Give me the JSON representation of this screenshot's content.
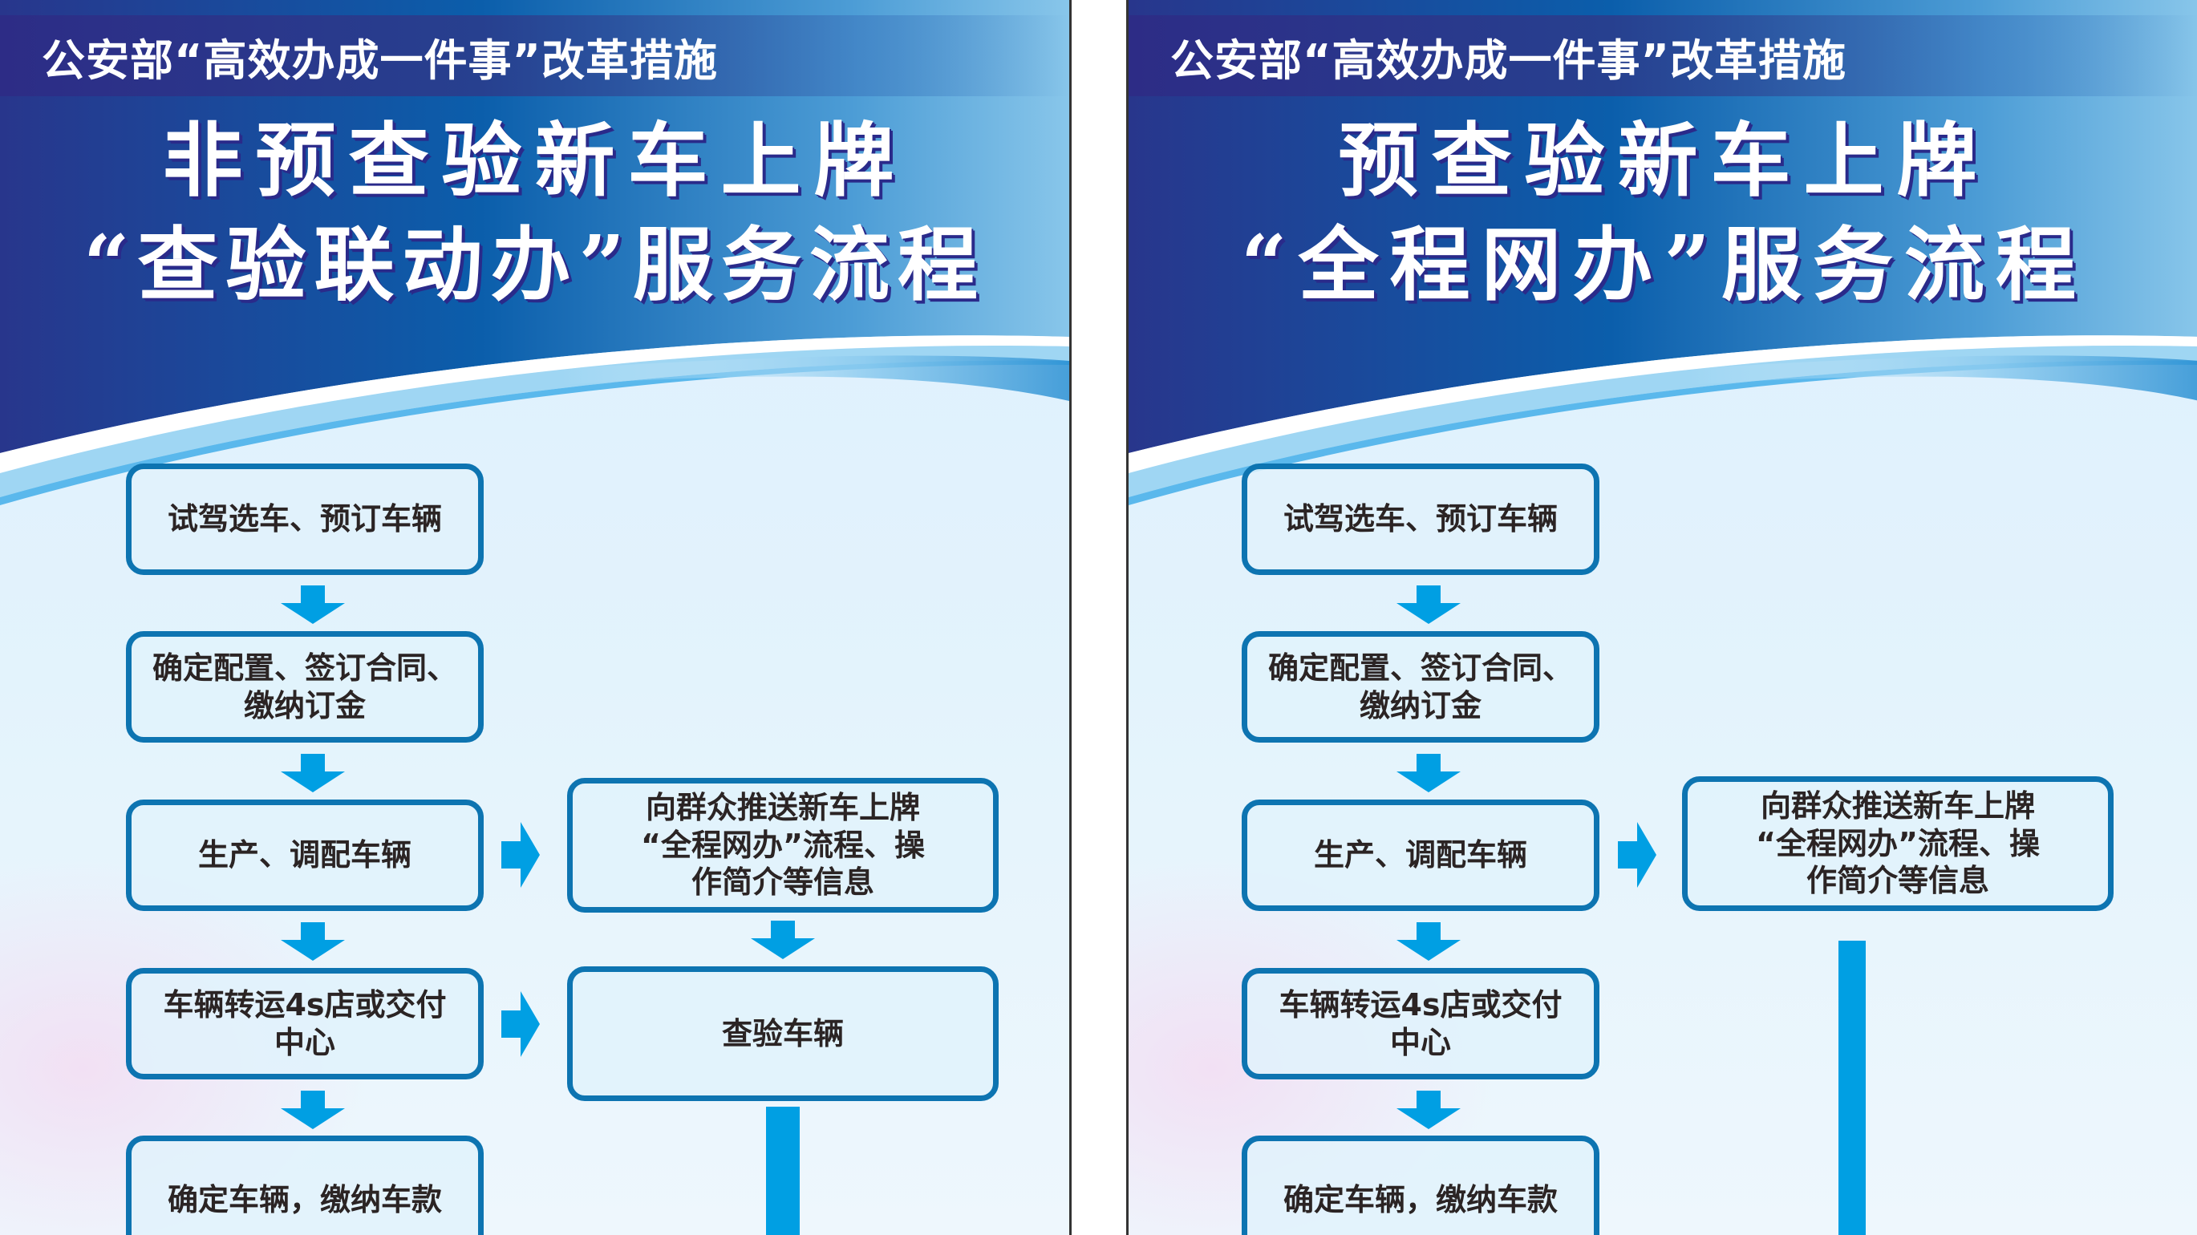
{
  "colors": {
    "header_dark": "#2d2c86",
    "header_mid": "#0b5eab",
    "header_light": "#86c4ea",
    "box_border": "#0d74b1",
    "arrow": "#009fe3",
    "box_text": "#2b2424",
    "title_text": "#ffffff"
  },
  "panels": [
    {
      "banner": "公安部“高效办成一件事”改革措施",
      "title_line1": "非预查验新车上牌",
      "title_line2": "“查验联动办”服务流程",
      "main_flow": [
        "试驾选车、预订车辆",
        "确定配置、签订合同、\n缴纳订金",
        "生产、调配车辆",
        "车辆转运4s店或交付\n中心",
        "确定车辆，缴纳车款"
      ],
      "side_flow": [
        "向群众推送新车上牌\n“全程网办”流程、操\n作简介等信息",
        "查验车辆"
      ]
    },
    {
      "banner": "公安部“高效办成一件事”改革措施",
      "title_line1": "预查验新车上牌",
      "title_line2": "“全程网办”服务流程",
      "main_flow": [
        "试驾选车、预订车辆",
        "确定配置、签订合同、\n缴纳订金",
        "生产、调配车辆",
        "车辆转运4s店或交付\n中心",
        "确定车辆，缴纳车款"
      ],
      "side_flow": [
        "向群众推送新车上牌\n“全程网办”流程、操\n作简介等信息"
      ]
    }
  ]
}
